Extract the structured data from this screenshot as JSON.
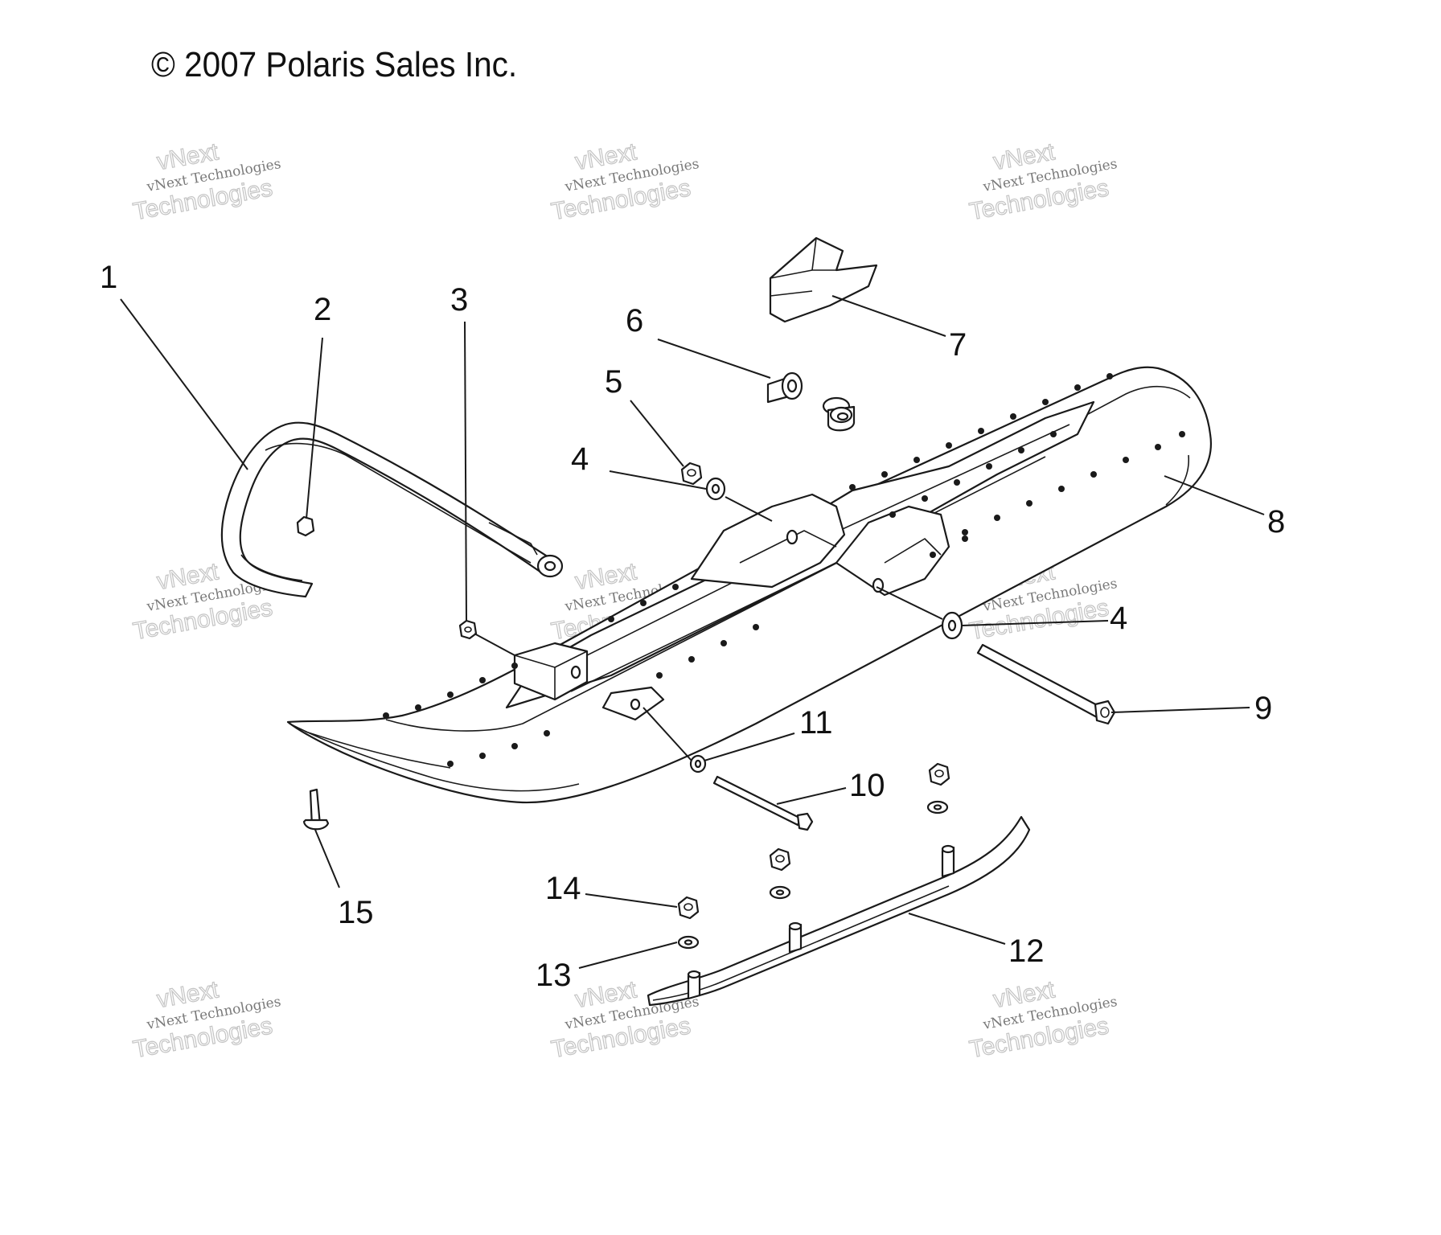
{
  "copyright": "© 2007 Polaris Sales Inc.",
  "watermark": {
    "line1": "vNext",
    "line2": "vNext Technologies",
    "line3": "Technologies"
  },
  "callouts": [
    {
      "id": "c1",
      "label": "1"
    },
    {
      "id": "c2",
      "label": "2"
    },
    {
      "id": "c3",
      "label": "3"
    },
    {
      "id": "c4a",
      "label": "4"
    },
    {
      "id": "c4b",
      "label": "4"
    },
    {
      "id": "c5",
      "label": "5"
    },
    {
      "id": "c6",
      "label": "6"
    },
    {
      "id": "c7",
      "label": "7"
    },
    {
      "id": "c8",
      "label": "8"
    },
    {
      "id": "c9",
      "label": "9"
    },
    {
      "id": "c10",
      "label": "10"
    },
    {
      "id": "c11",
      "label": "11"
    },
    {
      "id": "c12",
      "label": "12"
    },
    {
      "id": "c13",
      "label": "13"
    },
    {
      "id": "c14",
      "label": "14"
    },
    {
      "id": "c15",
      "label": "15"
    }
  ]
}
